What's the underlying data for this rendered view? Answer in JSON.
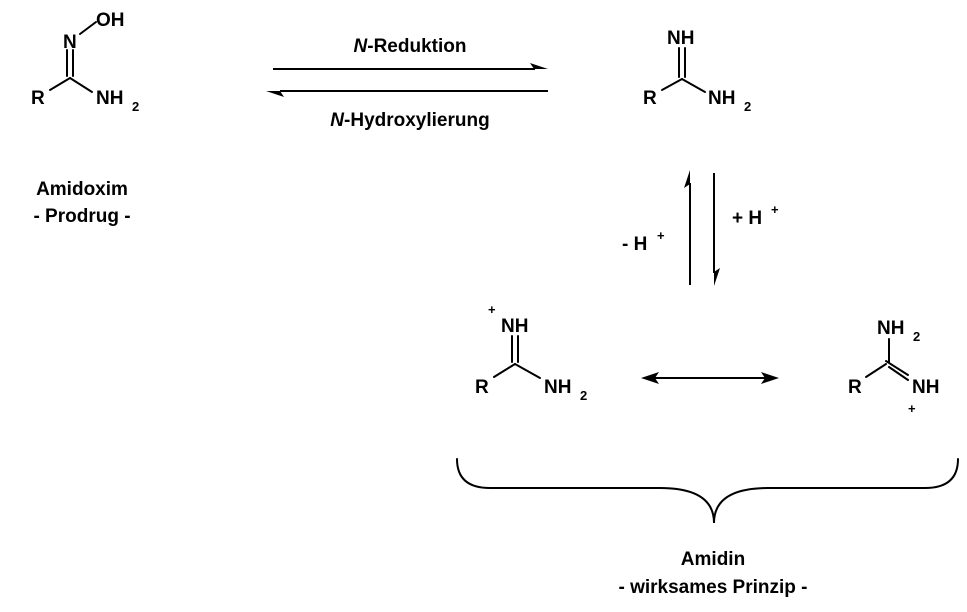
{
  "amidoxim": {
    "atom_r": "R",
    "atom_n": "N",
    "atom_oh": "OH",
    "atom_nh": "NH",
    "sub_2": "2",
    "name": "Amidoxim",
    "role": "- Prodrug -"
  },
  "reactions": {
    "forward_prefix": "N",
    "forward_suffix": "-Reduktion",
    "reverse_prefix": "N",
    "reverse_suffix": "-Hydroxylierung"
  },
  "amidine": {
    "atom_nh_top": "NH",
    "atom_r": "R",
    "atom_nh2": "NH",
    "sub_2": "2"
  },
  "protonation": {
    "deprotonation_label": "- H",
    "protonation_label": "+ H",
    "plus": "+"
  },
  "resonance_left": {
    "plus": "+",
    "atom_nh_top": "NH",
    "atom_r": "R",
    "atom_nh2": "NH",
    "sub_2": "2"
  },
  "resonance_right": {
    "atom_nh2_top": "NH",
    "sub_2": "2",
    "atom_r": "R",
    "atom_nh": "NH",
    "plus": "+"
  },
  "amidin_group": {
    "name": "Amidin",
    "role": "- wirksames Prinzip -"
  }
}
